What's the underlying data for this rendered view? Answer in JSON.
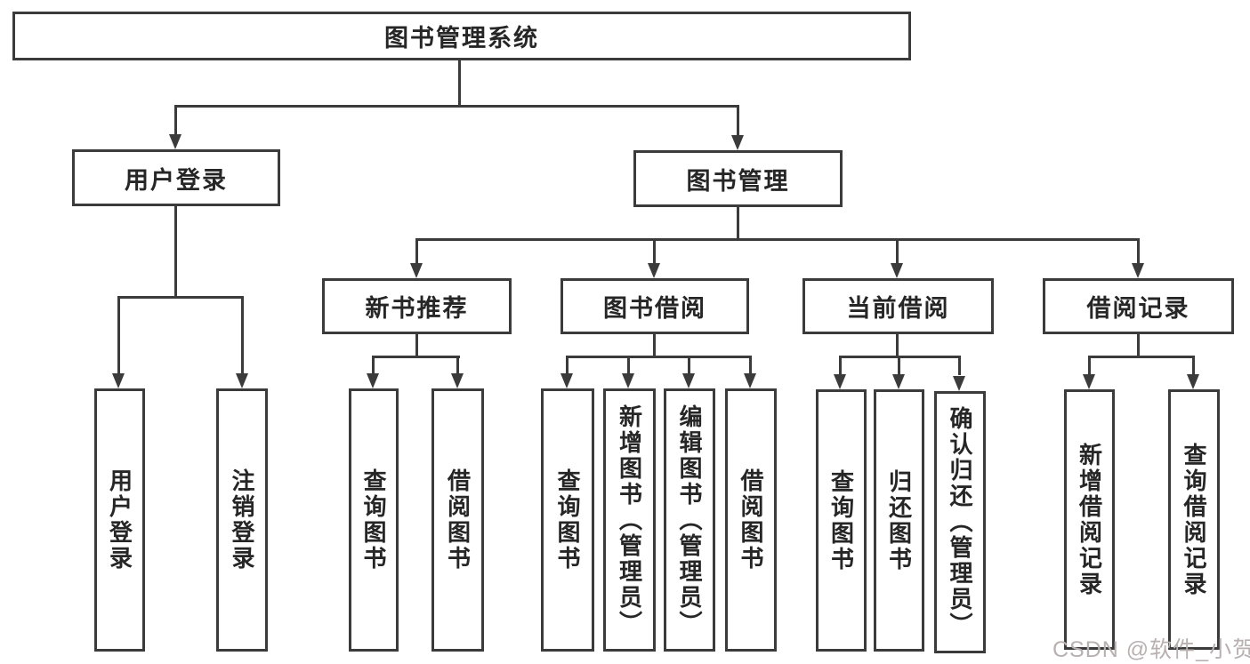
{
  "diagram": {
    "title": "图书管理系统",
    "root": {
      "label": "图书管理系统"
    },
    "level2": [
      {
        "label": "用户登录"
      },
      {
        "label": "图书管理"
      }
    ],
    "level3": [
      {
        "label": "新书推荐"
      },
      {
        "label": "图书借阅"
      },
      {
        "label": "当前借阅"
      },
      {
        "label": "借阅记录"
      }
    ],
    "leaves": {
      "user_login": [
        "用户登录",
        "注销登录"
      ],
      "new_book": [
        "查询图书",
        "借阅图书"
      ],
      "book_borrow": [
        "查询图书",
        "新增图书（管理员）",
        "编辑图书（管理员）",
        "借阅图书"
      ],
      "current_borrow": [
        "查询图书",
        "归还图书",
        "确认归还（管理员）"
      ],
      "borrow_record": [
        "新增借阅记录",
        "查询借阅记录"
      ]
    }
  },
  "watermark": {
    "text": "CSDN @软件_小贺同学"
  },
  "colors": {
    "line": "#3b3b3b",
    "text": "#262626",
    "background": "#ffffff",
    "watermark": "#b9b1b1"
  }
}
